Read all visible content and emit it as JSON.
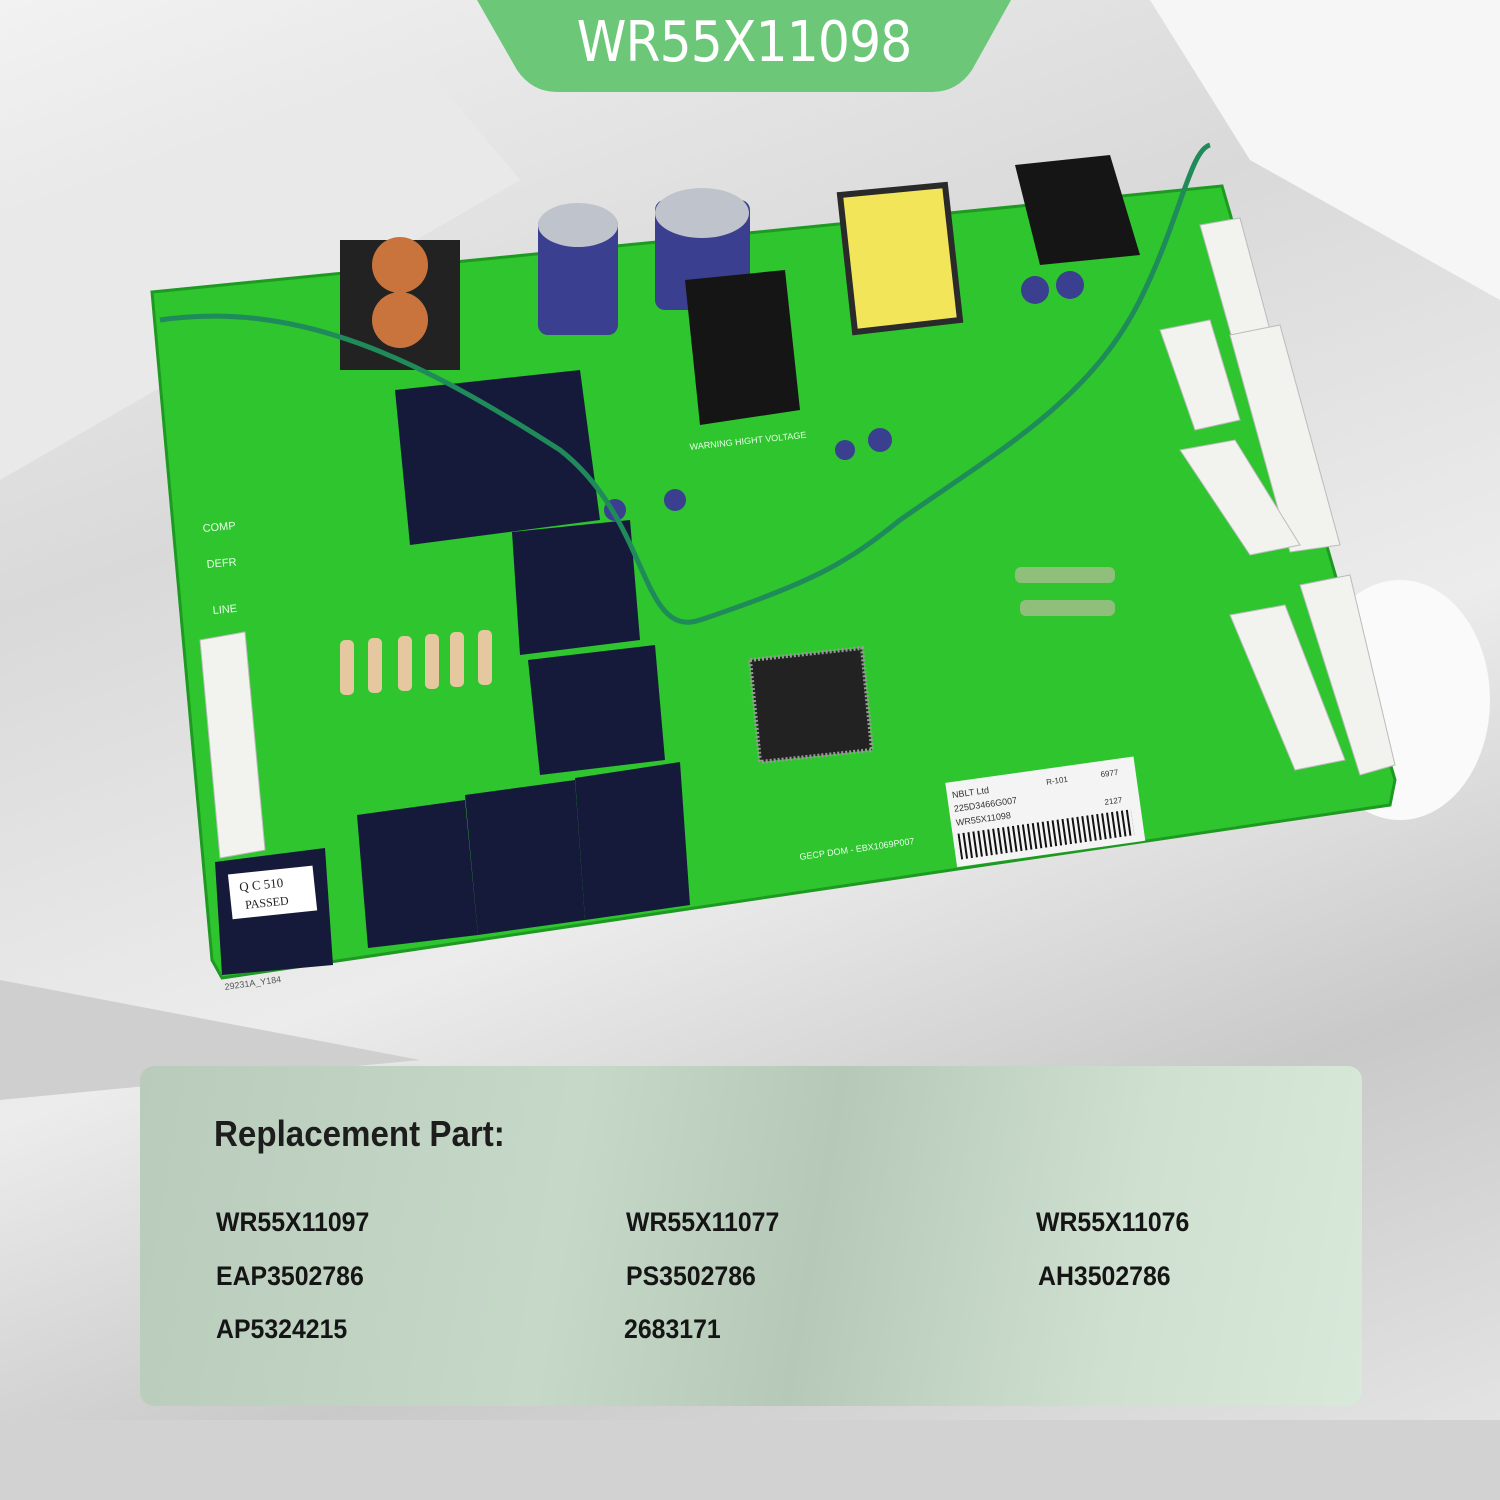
{
  "header": {
    "title": "WR55X11098"
  },
  "product_photo": {
    "qc_sticker": [
      "Q C 510",
      "PASSED"
    ],
    "board_label": [
      "NBLT Ltd",
      "225D3466G007",
      "WR55X11098",
      "R-101",
      "6977",
      "2127"
    ],
    "silkscreen": [
      "COMP",
      "DEFR",
      "LINE",
      "WARNING HIGHT VOLTAGE",
      "GECP DOM - EBX1069P007",
      "29231A_Y184"
    ],
    "board_color": "#2ec52e"
  },
  "replacement": {
    "title": "Replacement Part:",
    "parts": [
      "WR55X11097",
      "WR55X11077",
      "WR55X11076",
      "EAP3502786",
      "PS3502786",
      "AH3502786",
      "AP5324215",
      "2683171"
    ]
  },
  "colors": {
    "banner": "#6cc878",
    "panel": "#c2d6c4",
    "text": "#151515"
  }
}
